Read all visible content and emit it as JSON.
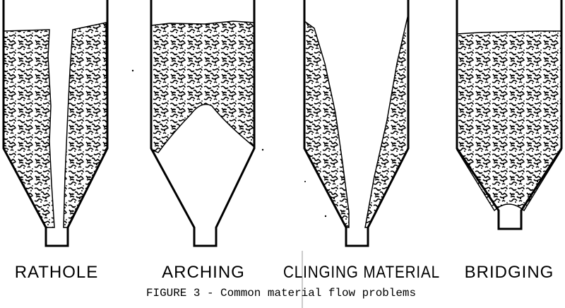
{
  "diagram": {
    "caption": "FIGURE 3 - Common material flow problems",
    "hoppers": [
      {
        "id": "rathole",
        "label": "RATHOLE"
      },
      {
        "id": "arching",
        "label": "ARCHING"
      },
      {
        "id": "clinging",
        "label": "CLINGING MATERIAL"
      },
      {
        "id": "bridging",
        "label": "BRIDGING"
      }
    ]
  }
}
